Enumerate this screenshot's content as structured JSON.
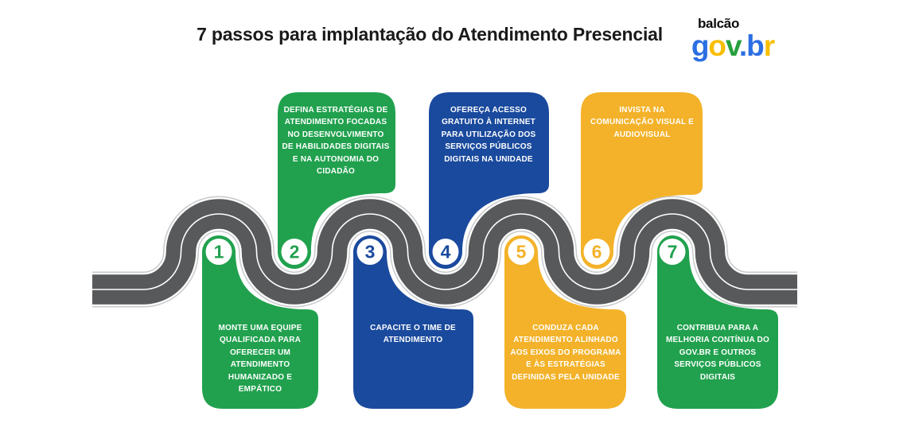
{
  "title": "7 passos para implantação do Atendimento Presencial",
  "logo": {
    "top_text": "balcão",
    "letters": [
      {
        "ch": "g",
        "color": "#2c6fe3"
      },
      {
        "ch": "o",
        "color": "#f8be00"
      },
      {
        "ch": "v",
        "color": "#27a03c"
      },
      {
        "ch": ".",
        "color": "#2c6fe3"
      },
      {
        "ch": "b",
        "color": "#2c6fe3"
      },
      {
        "ch": "r",
        "color": "#f8be00"
      }
    ]
  },
  "steps": [
    {
      "number": "1",
      "color_name": "green",
      "color": "#21a14e",
      "position": "bottom",
      "text": "MONTE UMA EQUIPE\nQUALIFICADA PARA\nOFERECER UM\nATENDIMENTO\nHUMANIZADO E\nEMPÁTICO"
    },
    {
      "number": "2",
      "color_name": "green",
      "color": "#21a14e",
      "position": "top",
      "text": "DEFINA ESTRATÉGIAS DE\nATENDIMENTO FOCADAS\nNO DESENVOLVIMENTO\nDE HABILIDADES DIGITAIS\nE NA AUTONOMIA DO\nCIDADÃO"
    },
    {
      "number": "3",
      "color_name": "blue",
      "color": "#1a4a9d",
      "position": "bottom",
      "text": "CAPACITE O TIME DE\nATENDIMENTO"
    },
    {
      "number": "4",
      "color_name": "blue",
      "color": "#1a4a9d",
      "position": "top",
      "text": "OFEREÇA ACESSO\nGRATUITO À INTERNET\nPARA UTILIZAÇÃO DOS\nSERVIÇOS PÚBLICOS\nDIGITAIS NA UNIDADE"
    },
    {
      "number": "5",
      "color_name": "yellow",
      "color": "#f3b229",
      "position": "bottom",
      "text": "CONDUZA CADA\nATENDIMENTO ALINHADO\nAOS EIXOS DO PROGRAMA\nE ÀS ESTRATÉGIAS\nDEFINIDAS PELA UNIDADE"
    },
    {
      "number": "6",
      "color_name": "yellow",
      "color": "#f3b229",
      "position": "top",
      "text": "INVISTA NA\nCOMUNICAÇÃO VISUAL E\nAUDIOVISUAL"
    },
    {
      "number": "7",
      "color_name": "green",
      "color": "#21a14e",
      "position": "bottom",
      "text": "CONTRIBUA PARA A\nMELHORIA CONTÍNUA DO\nGOV.BR E OUTROS\nSERVIÇOS PÚBLICOS\nDIGITAIS"
    }
  ],
  "colors": {
    "green": "#21a14e",
    "blue": "#1a4a9d",
    "yellow": "#f3b229",
    "road": "#58595b",
    "road_outline": "#c9cacb",
    "title_text": "#1a1a1a"
  }
}
